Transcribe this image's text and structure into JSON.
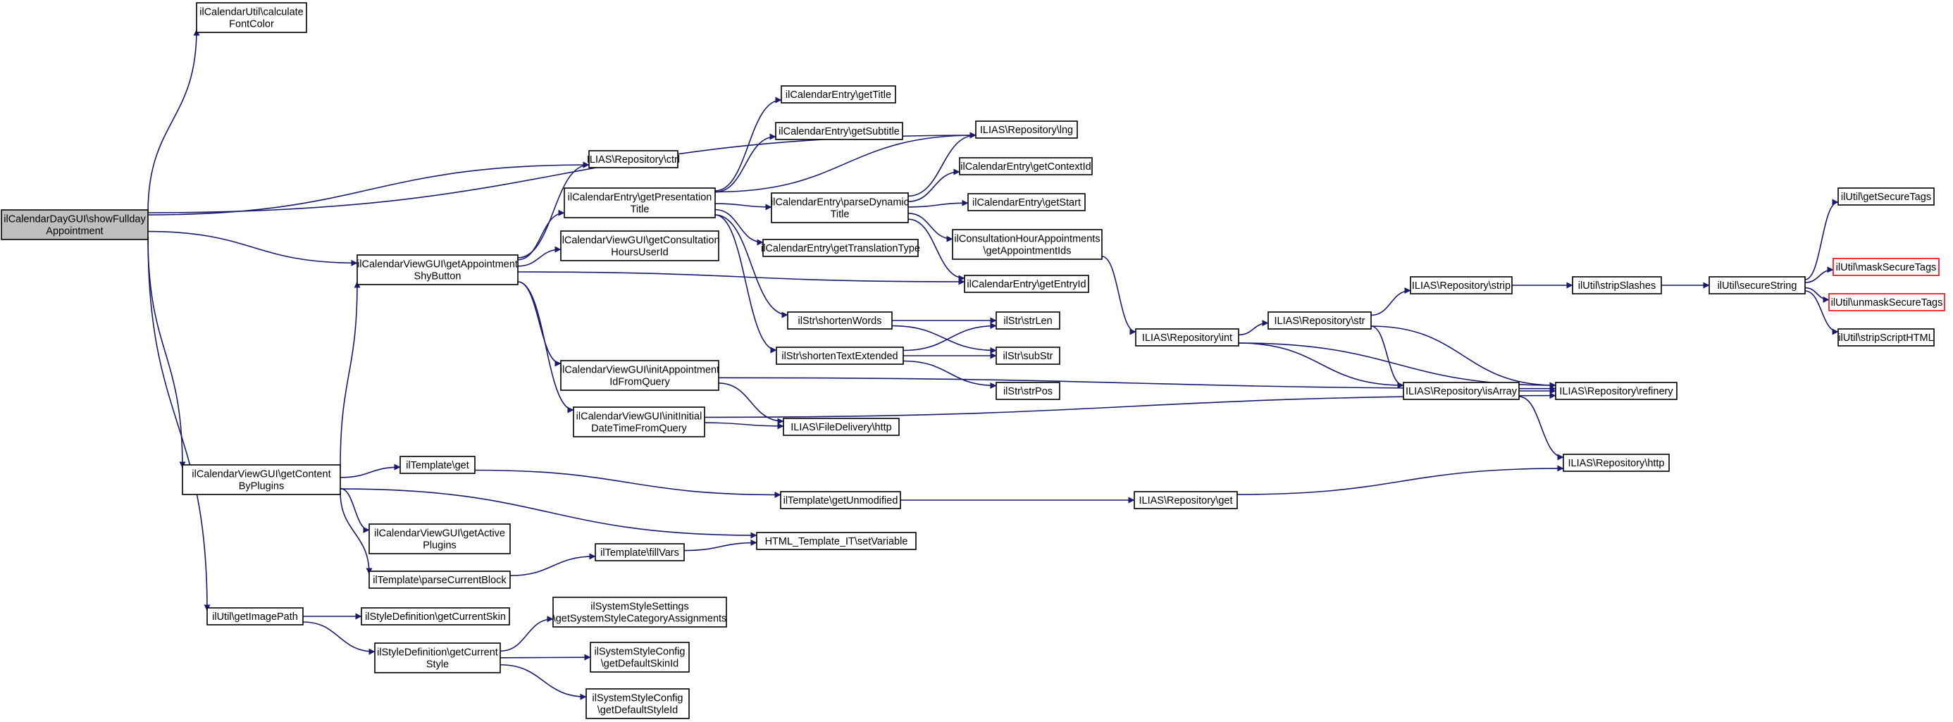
{
  "graph": {
    "edge_color": "#191970",
    "root_fill": "#bfbfbf",
    "nodes": [
      {
        "id": "root",
        "lines": [
          "ilCalendarDayGUI\\showFullday",
          "Appointment"
        ],
        "root": true
      },
      {
        "id": "calcFont",
        "lines": [
          "ilCalendarUtil\\calculate",
          "FontColor"
        ]
      },
      {
        "id": "ctrl",
        "lines": [
          "ILIAS\\Repository\\ctrl"
        ]
      },
      {
        "id": "getApptShy",
        "lines": [
          "ilCalendarViewGUI\\getAppointment",
          "ShyButton"
        ]
      },
      {
        "id": "getContentPlugins",
        "lines": [
          "ilCalendarViewGUI\\getContent",
          "ByPlugins"
        ]
      },
      {
        "id": "getImagePath",
        "lines": [
          "ilUtil\\getImagePath"
        ]
      },
      {
        "id": "lng",
        "lines": [
          "ILIAS\\Repository\\lng"
        ]
      },
      {
        "id": "getPresTitle",
        "lines": [
          "ilCalendarEntry\\getPresentation",
          "Title"
        ]
      },
      {
        "id": "getConsultUser",
        "lines": [
          "ilCalendarViewGUI\\getConsultation",
          "HoursUserId"
        ]
      },
      {
        "id": "initApptId",
        "lines": [
          "ilCalendarViewGUI\\initAppointment",
          "IdFromQuery"
        ]
      },
      {
        "id": "initDateTime",
        "lines": [
          "ilCalendarViewGUI\\initInitial",
          "DateTimeFromQuery"
        ]
      },
      {
        "id": "getEntryId",
        "lines": [
          "ilCalendarEntry\\getEntryId"
        ]
      },
      {
        "id": "getTitle",
        "lines": [
          "ilCalendarEntry\\getTitle"
        ]
      },
      {
        "id": "getSubtitle",
        "lines": [
          "ilCalendarEntry\\getSubtitle"
        ]
      },
      {
        "id": "parseDyn",
        "lines": [
          "ilCalendarEntry\\parseDynamic",
          "Title"
        ]
      },
      {
        "id": "getTransType",
        "lines": [
          "ilCalendarEntry\\getTranslationType"
        ]
      },
      {
        "id": "shortenWords",
        "lines": [
          "ilStr\\shortenWords"
        ]
      },
      {
        "id": "shortenTextExt",
        "lines": [
          "ilStr\\shortenTextExtended"
        ]
      },
      {
        "id": "getContextId",
        "lines": [
          "ilCalendarEntry\\getContextId"
        ]
      },
      {
        "id": "getStart",
        "lines": [
          "ilCalendarEntry\\getStart"
        ]
      },
      {
        "id": "getApptIds",
        "lines": [
          "ilConsultationHourAppointments",
          "\\getAppointmentIds"
        ]
      },
      {
        "id": "strLen",
        "lines": [
          "ilStr\\strLen"
        ]
      },
      {
        "id": "subStr",
        "lines": [
          "ilStr\\subStr"
        ]
      },
      {
        "id": "strPos",
        "lines": [
          "ilStr\\strPos"
        ]
      },
      {
        "id": "fdHttp",
        "lines": [
          "ILIAS\\FileDelivery\\http"
        ]
      },
      {
        "id": "repoInt",
        "lines": [
          "ILIAS\\Repository\\int"
        ]
      },
      {
        "id": "repoStr",
        "lines": [
          "ILIAS\\Repository\\str"
        ]
      },
      {
        "id": "repoStrip",
        "lines": [
          "ILIAS\\Repository\\strip"
        ]
      },
      {
        "id": "stripSlashes",
        "lines": [
          "ilUtil\\stripSlashes"
        ]
      },
      {
        "id": "secureString",
        "lines": [
          "ilUtil\\secureString"
        ]
      },
      {
        "id": "getSecureTags",
        "lines": [
          "ilUtil\\getSecureTags"
        ]
      },
      {
        "id": "maskSecureTags",
        "lines": [
          "ilUtil\\maskSecureTags"
        ],
        "red": true
      },
      {
        "id": "unmaskSecureTags",
        "lines": [
          "ilUtil\\unmaskSecureTags"
        ],
        "red": true
      },
      {
        "id": "stripScriptHTML",
        "lines": [
          "ilUtil\\stripScriptHTML"
        ]
      },
      {
        "id": "isArray",
        "lines": [
          "ILIAS\\Repository\\isArray"
        ]
      },
      {
        "id": "refinery",
        "lines": [
          "ILIAS\\Repository\\refinery"
        ]
      },
      {
        "id": "repoHttp",
        "lines": [
          "ILIAS\\Repository\\http"
        ]
      },
      {
        "id": "tplGet",
        "lines": [
          "ilTemplate\\get"
        ]
      },
      {
        "id": "tplGetUnmod",
        "lines": [
          "ilTemplate\\getUnmodified"
        ]
      },
      {
        "id": "repoGet",
        "lines": [
          "ILIAS\\Repository\\get"
        ]
      },
      {
        "id": "getActivePlugins",
        "lines": [
          "ilCalendarViewGUI\\getActive",
          "Plugins"
        ]
      },
      {
        "id": "parseCurBlock",
        "lines": [
          "ilTemplate\\parseCurrentBlock"
        ]
      },
      {
        "id": "fillVars",
        "lines": [
          "ilTemplate\\fillVars"
        ]
      },
      {
        "id": "setVariable",
        "lines": [
          "HTML_Template_IT\\setVariable"
        ]
      },
      {
        "id": "getCurSkin",
        "lines": [
          "ilStyleDefinition\\getCurrentSkin"
        ]
      },
      {
        "id": "getCurStyle",
        "lines": [
          "ilStyleDefinition\\getCurrent",
          "Style"
        ]
      },
      {
        "id": "sysStyleCat",
        "lines": [
          "ilSystemStyleSettings",
          "\\getSystemStyleCategoryAssignments"
        ]
      },
      {
        "id": "defSkinId",
        "lines": [
          "ilSystemStyleConfig",
          "\\getDefaultSkinId"
        ]
      },
      {
        "id": "defStyleId",
        "lines": [
          "ilSystemStyleConfig",
          "\\getDefaultStyleId"
        ]
      }
    ],
    "edges": [
      [
        "root",
        "calcFont"
      ],
      [
        "root",
        "lng"
      ],
      [
        "root",
        "ctrl"
      ],
      [
        "root",
        "getApptShy"
      ],
      [
        "root",
        "getContentPlugins"
      ],
      [
        "root",
        "getImagePath"
      ],
      [
        "getApptShy",
        "ctrl"
      ],
      [
        "getApptShy",
        "getPresTitle"
      ],
      [
        "getApptShy",
        "getConsultUser"
      ],
      [
        "getApptShy",
        "getEntryId"
      ],
      [
        "getApptShy",
        "initApptId"
      ],
      [
        "getApptShy",
        "initDateTime"
      ],
      [
        "getPresTitle",
        "getTitle"
      ],
      [
        "getPresTitle",
        "getSubtitle"
      ],
      [
        "getPresTitle",
        "lng"
      ],
      [
        "getPresTitle",
        "parseDyn"
      ],
      [
        "getPresTitle",
        "getTransType"
      ],
      [
        "getPresTitle",
        "shortenWords"
      ],
      [
        "getPresTitle",
        "shortenTextExt"
      ],
      [
        "parseDyn",
        "lng"
      ],
      [
        "parseDyn",
        "getContextId"
      ],
      [
        "parseDyn",
        "getStart"
      ],
      [
        "parseDyn",
        "getApptIds"
      ],
      [
        "parseDyn",
        "getEntryId"
      ],
      [
        "getApptIds",
        "repoInt"
      ],
      [
        "shortenWords",
        "strLen"
      ],
      [
        "shortenWords",
        "subStr"
      ],
      [
        "shortenTextExt",
        "strLen"
      ],
      [
        "shortenTextExt",
        "subStr"
      ],
      [
        "shortenTextExt",
        "strPos"
      ],
      [
        "initApptId",
        "fdHttp"
      ],
      [
        "initApptId",
        "refinery"
      ],
      [
        "initDateTime",
        "fdHttp"
      ],
      [
        "initDateTime",
        "refinery"
      ],
      [
        "repoInt",
        "repoStr"
      ],
      [
        "repoInt",
        "isArray"
      ],
      [
        "repoInt",
        "refinery"
      ],
      [
        "repoStr",
        "repoStrip"
      ],
      [
        "repoStr",
        "isArray"
      ],
      [
        "repoStr",
        "refinery"
      ],
      [
        "repoStrip",
        "stripSlashes"
      ],
      [
        "stripSlashes",
        "secureString"
      ],
      [
        "secureString",
        "getSecureTags"
      ],
      [
        "secureString",
        "maskSecureTags"
      ],
      [
        "secureString",
        "unmaskSecureTags"
      ],
      [
        "secureString",
        "stripScriptHTML"
      ],
      [
        "isArray",
        "refinery"
      ],
      [
        "isArray",
        "repoHttp"
      ],
      [
        "getContentPlugins",
        "getApptShy"
      ],
      [
        "getContentPlugins",
        "tplGet"
      ],
      [
        "getContentPlugins",
        "setVariable"
      ],
      [
        "getContentPlugins",
        "getActivePlugins"
      ],
      [
        "getContentPlugins",
        "parseCurBlock"
      ],
      [
        "tplGet",
        "tplGetUnmod"
      ],
      [
        "tplGetUnmod",
        "repoGet"
      ],
      [
        "repoGet",
        "repoHttp"
      ],
      [
        "parseCurBlock",
        "fillVars"
      ],
      [
        "fillVars",
        "setVariable"
      ],
      [
        "getImagePath",
        "getCurSkin"
      ],
      [
        "getImagePath",
        "getCurStyle"
      ],
      [
        "getCurStyle",
        "sysStyleCat"
      ],
      [
        "getCurStyle",
        "defSkinId"
      ],
      [
        "getCurStyle",
        "defStyleId"
      ]
    ]
  }
}
